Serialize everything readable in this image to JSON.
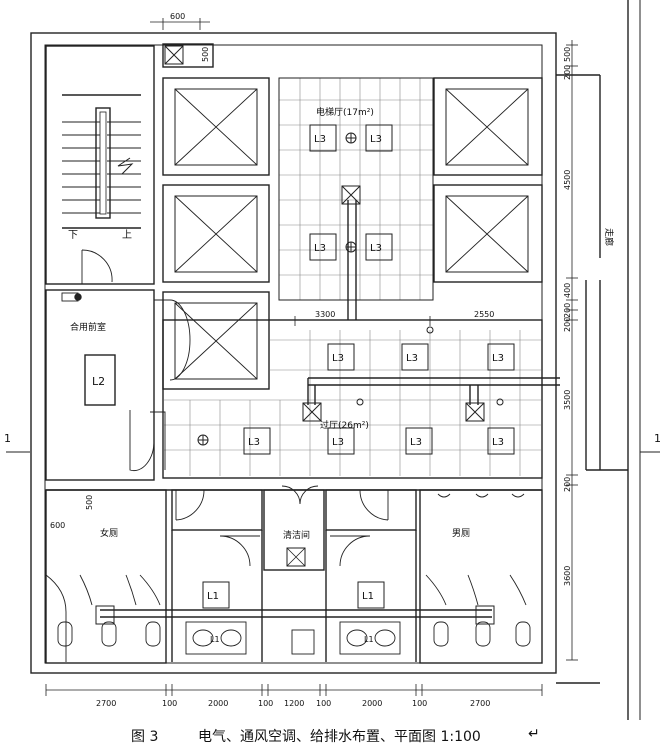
{
  "caption": {
    "fig_no": "图 3",
    "title": "电气、通风空调、给排水布置、平面图 1:100",
    "return_mark": "↵"
  },
  "rooms": {
    "elevator_hall": "电梯厅(17m²)",
    "lobby": "过厅(26m²)",
    "storage": "合用前室",
    "corridor": "走廊",
    "female_wc": "女厕",
    "male_wc": "男厕",
    "cleaning": "清洁间"
  },
  "stair_labels": {
    "down": "下",
    "up": "上"
  },
  "fixtures": {
    "l3": "L3",
    "l2": "L2",
    "l1": "L1"
  },
  "dimensions": {
    "top_600": "600",
    "top_500": "500",
    "left_500": "500",
    "left_600": "600",
    "mid_3300": "3300",
    "mid_2550": "2550",
    "right": [
      "500",
      "200",
      "4500",
      "400",
      "200",
      "200",
      "3500",
      "200",
      "3600"
    ],
    "bottom": [
      "2700",
      "100",
      "2000",
      "100",
      "1200",
      "100",
      "2000",
      "100",
      "2700"
    ]
  },
  "section_mark": "1"
}
